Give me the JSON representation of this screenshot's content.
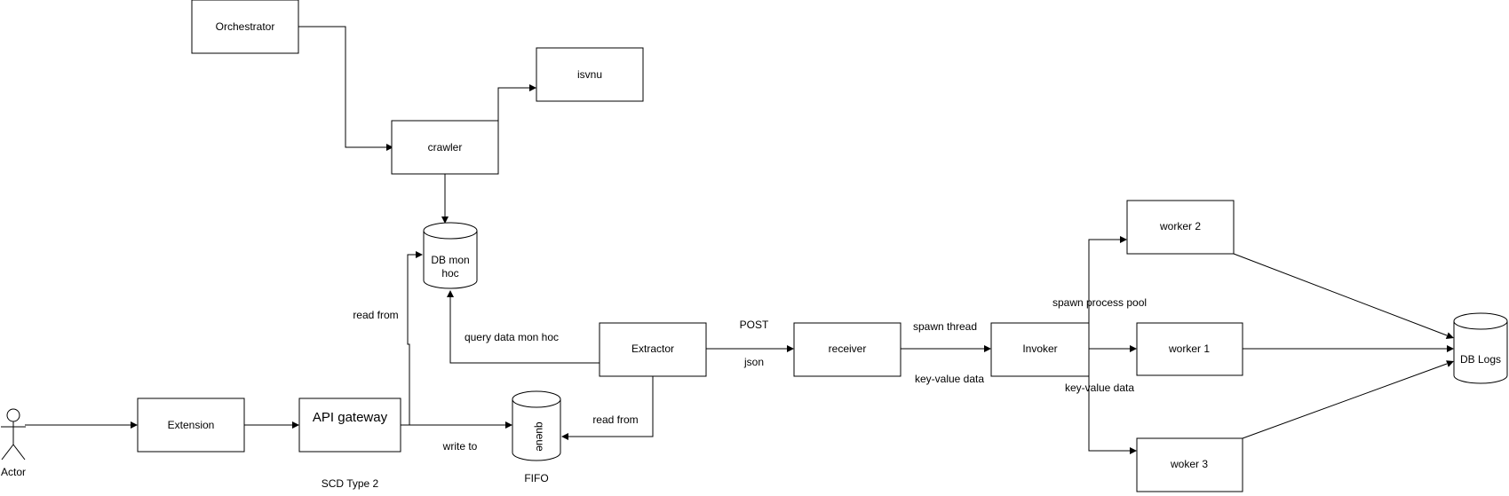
{
  "nodes": {
    "orchestrator": "Orchestrator",
    "isvnu": "isvnu",
    "crawler": "crawler",
    "db_mon_hoc_line1": "DB mon",
    "db_mon_hoc_line2": "hoc",
    "extension": "Extension",
    "api_gateway": "API gateway",
    "queue": "queue",
    "extractor": "Extractor",
    "receiver": "receiver",
    "invoker": "Invoker",
    "worker_2": "worker 2",
    "worker_1": "worker 1",
    "woker_3": "woker 3",
    "db_logs": "DB Logs",
    "actor": "Actor"
  },
  "labels": {
    "read_from_db": "read from",
    "query_data_mon_hoc": "query data mon hoc",
    "write_to": "write to",
    "read_from_queue": "read from",
    "post": "POST",
    "json": "json",
    "spawn_thread": "spawn thread",
    "key_value_data_receiver": "key-value data",
    "spawn_process_pool": "spawn process pool",
    "key_value_data_invoker": "key-value data",
    "scd_type_2": "SCD Type 2",
    "fifo": "FIFO"
  }
}
